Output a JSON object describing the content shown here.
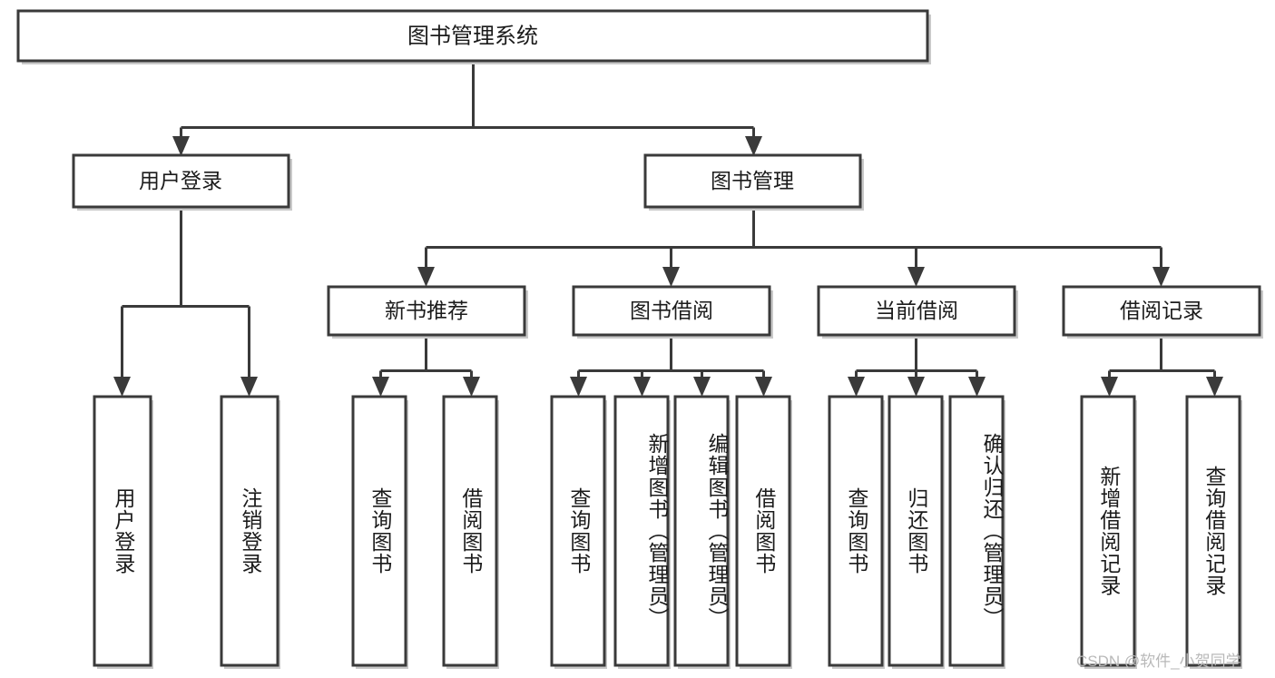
{
  "diagram": {
    "title": "图书管理系统",
    "type": "tree-hierarchy",
    "watermark": "CSDN @软件_小贺同学",
    "colors": {
      "box_stroke": "#3a3a3a",
      "box_fill": "#ffffff",
      "connector": "#3a3a3a",
      "text": "#1b1b1b",
      "watermark": "#b9b9b9",
      "background": "#ffffff"
    },
    "root": {
      "label": "图书管理系统"
    },
    "level2": [
      {
        "id": "user-login",
        "label": "用户登录"
      },
      {
        "id": "book-management",
        "label": "图书管理"
      }
    ],
    "level3": [
      {
        "id": "new-book-recommend",
        "label": "新书推荐",
        "parent": "book-management"
      },
      {
        "id": "book-borrow",
        "label": "图书借阅",
        "parent": "book-management"
      },
      {
        "id": "current-borrow",
        "label": "当前借阅",
        "parent": "book-management"
      },
      {
        "id": "borrow-record",
        "label": "借阅记录",
        "parent": "book-management"
      }
    ],
    "leaves": [
      {
        "id": "leaf-user-login",
        "label": "用户登录",
        "parent": "user-login"
      },
      {
        "id": "leaf-logout-login",
        "label": "注销登录",
        "parent": "user-login"
      },
      {
        "id": "leaf-query-book-1",
        "label": "查询图书",
        "parent": "new-book-recommend"
      },
      {
        "id": "leaf-borrow-book-1",
        "label": "借阅图书",
        "parent": "new-book-recommend"
      },
      {
        "id": "leaf-query-book-2",
        "label": "查询图书",
        "parent": "book-borrow"
      },
      {
        "id": "leaf-add-book",
        "label": "新增图书（管理员）",
        "parent": "book-borrow"
      },
      {
        "id": "leaf-edit-book",
        "label": "编辑图书（管理员）",
        "parent": "book-borrow"
      },
      {
        "id": "leaf-borrow-book-2",
        "label": "借阅图书",
        "parent": "book-borrow"
      },
      {
        "id": "leaf-query-book-3",
        "label": "查询图书",
        "parent": "current-borrow"
      },
      {
        "id": "leaf-return-book",
        "label": "归还图书",
        "parent": "current-borrow"
      },
      {
        "id": "leaf-confirm-return",
        "label": "确认归还（管理员）",
        "parent": "current-borrow"
      },
      {
        "id": "leaf-add-record",
        "label": "新增借阅记录",
        "parent": "borrow-record"
      },
      {
        "id": "leaf-query-record",
        "label": "查询借阅记录",
        "parent": "borrow-record"
      }
    ]
  }
}
